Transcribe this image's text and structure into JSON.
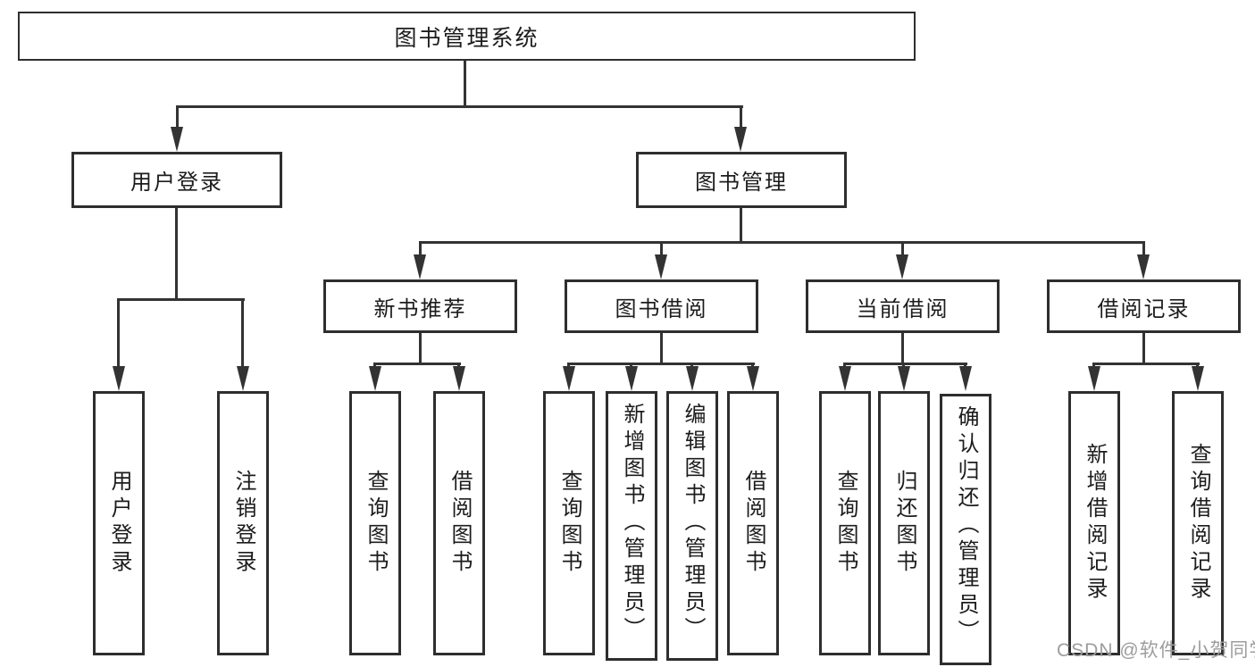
{
  "tree": {
    "label": "图书管理系统",
    "children": [
      {
        "label": "用户登录",
        "children": [
          {
            "label": "用户登录"
          },
          {
            "label": "注销登录"
          }
        ]
      },
      {
        "label": "图书管理",
        "children": [
          {
            "label": "新书推荐",
            "children": [
              {
                "label": "查询图书"
              },
              {
                "label": "借阅图书"
              }
            ]
          },
          {
            "label": "图书借阅",
            "children": [
              {
                "label": "查询图书"
              },
              {
                "label": "新增图书（管理员）"
              },
              {
                "label": "编辑图书（管理员）"
              },
              {
                "label": "借阅图书"
              }
            ]
          },
          {
            "label": "当前借阅",
            "children": [
              {
                "label": "查询图书"
              },
              {
                "label": "归还图书"
              },
              {
                "label": "确认归还（管理员）"
              }
            ]
          },
          {
            "label": "借阅记录",
            "children": [
              {
                "label": "新增借阅记录"
              },
              {
                "label": "查询借阅记录"
              }
            ]
          }
        ]
      }
    ]
  },
  "watermark": {
    "text": "CSDN @软件_小贺同学"
  },
  "colors": {
    "background": "#ffffff",
    "line": "#333333",
    "box_border": "#2e2e2e",
    "text": "#1c1c1c",
    "watermark": "#9d9d9d"
  }
}
